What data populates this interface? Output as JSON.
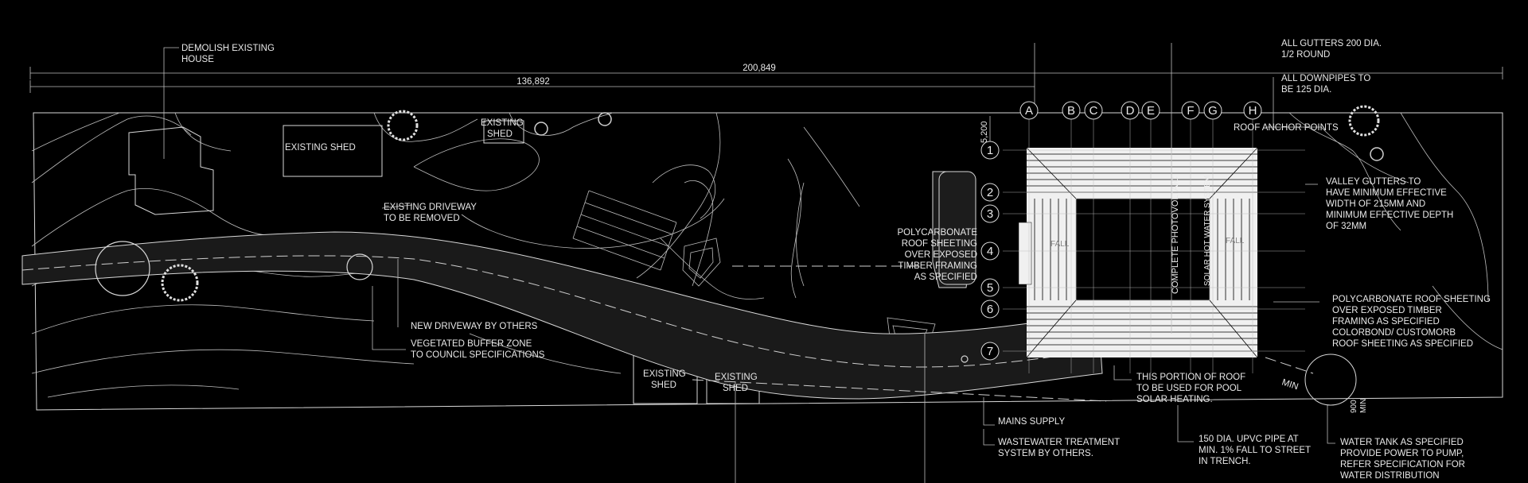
{
  "dimensions": {
    "overall": "200,849",
    "partial": "136,892",
    "grid_spacing": "5,200"
  },
  "grid": {
    "letters": [
      "A",
      "B",
      "C",
      "D",
      "E",
      "F",
      "G",
      "H"
    ],
    "numbers": [
      "1",
      "2",
      "3",
      "4",
      "5",
      "6",
      "7"
    ]
  },
  "labels": {
    "demolish_line1": "DEMOLISH EXISTING",
    "demolish_line2": "HOUSE",
    "existing_shed": "EXISTING SHED",
    "existing_shed_top_1": "EXISTING",
    "existing_shed_top_2": "SHED",
    "existing_driveway_1": "EXISTING DRIVEWAY",
    "existing_driveway_2": "TO BE REMOVED",
    "new_driveway": "NEW DRIVEWAY BY OTHERS",
    "buffer_1": "VEGETATED BUFFER ZONE",
    "buffer_2": "TO COUNCIL SPECIFICATIONS",
    "shed_low_1": "EXISTING",
    "shed_low_2": "SHED",
    "poly_left_1": "POLYCARBONATE",
    "poly_left_2": "ROOF SHEETING",
    "poly_left_3": "OVER EXPOSED",
    "poly_left_4": "TIMBER FRAMING",
    "poly_left_5": "AS SPECIFIED",
    "gutters_1": "ALL GUTTERS 200 DIA.",
    "gutters_2": "1/2 ROUND",
    "downpipes_1": "ALL DOWNPIPES TO",
    "downpipes_2": "BE 125 DIA.",
    "roof_anchor": "ROOF ANCHOR POINTS",
    "valley_1": "VALLEY GUTTERS TO",
    "valley_2": "HAVE MINIMUM EFFECTIVE",
    "valley_3": "WIDTH OF 215MM AND",
    "valley_4": "MINIMUM EFFECTIVE DEPTH",
    "valley_5": "OF 32MM",
    "poly_right_1": "POLYCARBONATE ROOF SHEETING",
    "poly_right_2": "OVER EXPOSED TIMBER",
    "poly_right_3": "FRAMING AS SPECIFIED",
    "poly_right_4": "COLORBOND/ CUSTOMORB",
    "poly_right_5": "ROOF SHEETING AS SPECIFIED",
    "solar_1": "THIS PORTION OF ROOF",
    "solar_2": "TO BE USED FOR POOL",
    "solar_3": "SOLAR HEATING.",
    "mains": "MAINS SUPPLY",
    "wastewater_1": "WASTEWATER TREATMENT",
    "wastewater_2": "SYSTEM BY OTHERS.",
    "pipe_1": "150 DIA. UPVC PIPE AT",
    "pipe_2": "MIN. 1% FALL TO STREET",
    "pipe_3": "IN TRENCH.",
    "tank_1": "WATER TANK AS SPECIFIED",
    "tank_2": "PROVIDE POWER TO PUMP,",
    "tank_3": "REFER SPECIFICATION FOR",
    "tank_4": "WATER DISTRIBUTION",
    "min": "MIN",
    "min_900": "900",
    "min_v": "MIN",
    "photovoltaic": "COMPLETE PHOTOVOLTAIC",
    "hotwater": "SOLAR HOT WATER SYSTEM",
    "fall_1": "FALL",
    "fall_2": "FALL"
  },
  "colors": {
    "background": "#000000",
    "linework": "#d8d8d8"
  }
}
